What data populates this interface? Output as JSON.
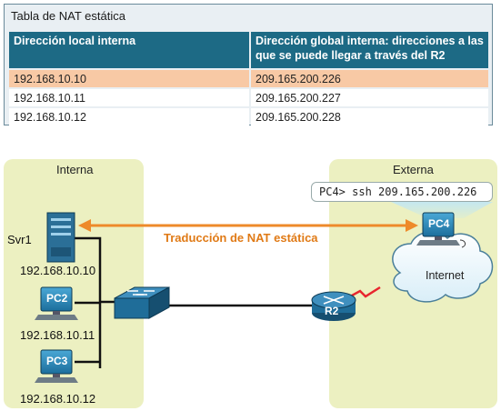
{
  "table": {
    "title": "Tabla de NAT estática",
    "headers": {
      "local": "Dirección local interna",
      "global_line1": "Dirección global interna: direcciones a las",
      "global_line2": "que se puede llegar a través del R2"
    },
    "rows": [
      {
        "local": "192.168.10.10",
        "global": "209.165.200.226",
        "highlighted": true
      },
      {
        "local": "192.168.10.11",
        "global": "209.165.200.227",
        "highlighted": false
      },
      {
        "local": "192.168.10.12",
        "global": "209.165.200.228",
        "highlighted": false
      }
    ]
  },
  "diagram": {
    "inside_zone": "Interna",
    "outside_zone": "Externa",
    "command": "PC4> ssh 209.165.200.226",
    "nat_label": "Traducción de NAT estática",
    "internet_label": "Internet",
    "devices": {
      "server": {
        "name": "Svr1",
        "ip": "192.168.10.10"
      },
      "pc2": {
        "name": "PC2",
        "ip": "192.168.10.11"
      },
      "pc3": {
        "name": "PC3",
        "ip": "192.168.10.12"
      },
      "pc4": {
        "name": "PC4"
      },
      "router": {
        "name": "R2"
      }
    }
  },
  "colors": {
    "header_bg": "#1d6a85",
    "highlight_row": "#f8c9a5",
    "zone_bg": "#ecf0c1",
    "arrow": "#ee8a2a",
    "serial_link": "#e8262e"
  }
}
